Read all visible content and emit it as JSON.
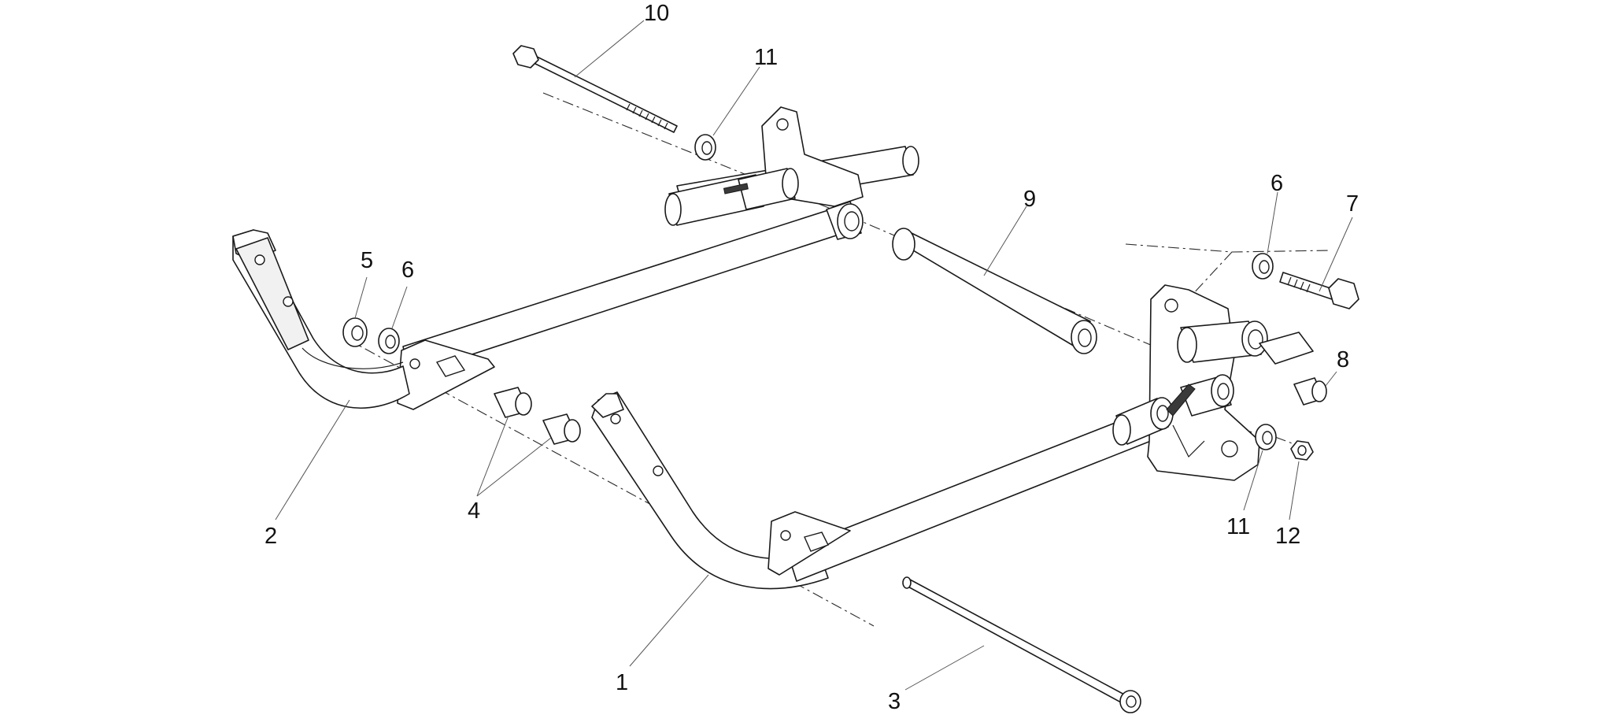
{
  "callouts": [
    {
      "id": "c10",
      "label": "10"
    },
    {
      "id": "c11a",
      "label": "11"
    },
    {
      "id": "c9",
      "label": "9"
    },
    {
      "id": "c6a",
      "label": "6"
    },
    {
      "id": "c7",
      "label": "7"
    },
    {
      "id": "c5",
      "label": "5"
    },
    {
      "id": "c6b",
      "label": "6"
    },
    {
      "id": "c8",
      "label": "8"
    },
    {
      "id": "c2",
      "label": "2"
    },
    {
      "id": "c4",
      "label": "4"
    },
    {
      "id": "c11b",
      "label": "11"
    },
    {
      "id": "c12",
      "label": "12"
    },
    {
      "id": "c1",
      "label": "1"
    },
    {
      "id": "c3",
      "label": "3"
    }
  ]
}
